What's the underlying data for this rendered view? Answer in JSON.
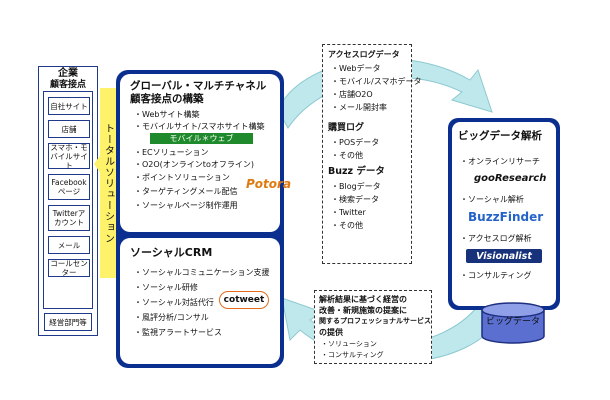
{
  "company": {
    "title": "企業",
    "touchpoints_title": "顧客接点",
    "channels": [
      "自社サイト",
      "店舗",
      "スマホ・モバイルサイト",
      "Facebookページ",
      "Twitterアカウント",
      "メール",
      "コールセンター"
    ],
    "management": "経営部門等"
  },
  "total_solution": "トータルソリューション",
  "omni": {
    "title_line1": "グローバル・マルチチャネル",
    "title_line2": "顧客接点の構築",
    "items": [
      "Webサイト構築",
      "モバイルサイト/スマホサイト構築",
      "ECソリューション",
      "O2O(オンラインtoオフライン)",
      "ポイントソリューション",
      "ターゲティングメール配信",
      "ソーシャルページ制作運用"
    ],
    "mobile_logo": "モバイル＊ウェブ",
    "potora_logo": "Potora"
  },
  "crm": {
    "title": "ソーシャルCRM",
    "items": [
      "ソーシャルコミュニケーション支援",
      "ソーシャル研修",
      "ソーシャル対話代行",
      "風評分析/コンサル",
      "監視アラートサービス"
    ],
    "cotweet_logo": "cotweet"
  },
  "data_sources": {
    "access_title": "アクセスログデータ",
    "access_items": [
      "Webデータ",
      "モバイル/スマホデータ",
      "店舗O2O",
      "メール開封率"
    ],
    "purchase_title": "購買ログ",
    "purchase_items": [
      "POSデータ",
      "その他"
    ],
    "buzz_title": "Buzz データ",
    "buzz_items": [
      "Blogデータ",
      "検索データ",
      "Twitter",
      "その他"
    ]
  },
  "insight": {
    "text_lines": [
      "解析結果に基づく経営の",
      "改善・新規施策の提案に",
      "関するプロフェッショナルサービス",
      "の提供"
    ],
    "items": [
      "ソリューション",
      "コンサルティング"
    ]
  },
  "bigdata": {
    "title": "ビッグデータ解析",
    "items": [
      "オンラインリサーチ",
      "ソーシャル解析",
      "アクセスログ解析",
      "コンサルティング"
    ],
    "goo_logo": "gooResearch",
    "buzz_logo": "BuzzFinder",
    "vis_logo": "Visionalist",
    "storage_label": "ビッグデータ"
  },
  "colors": {
    "navy": "#0b2f8f",
    "cycle": "#bfe8ec",
    "highlight": "#fff26b"
  }
}
